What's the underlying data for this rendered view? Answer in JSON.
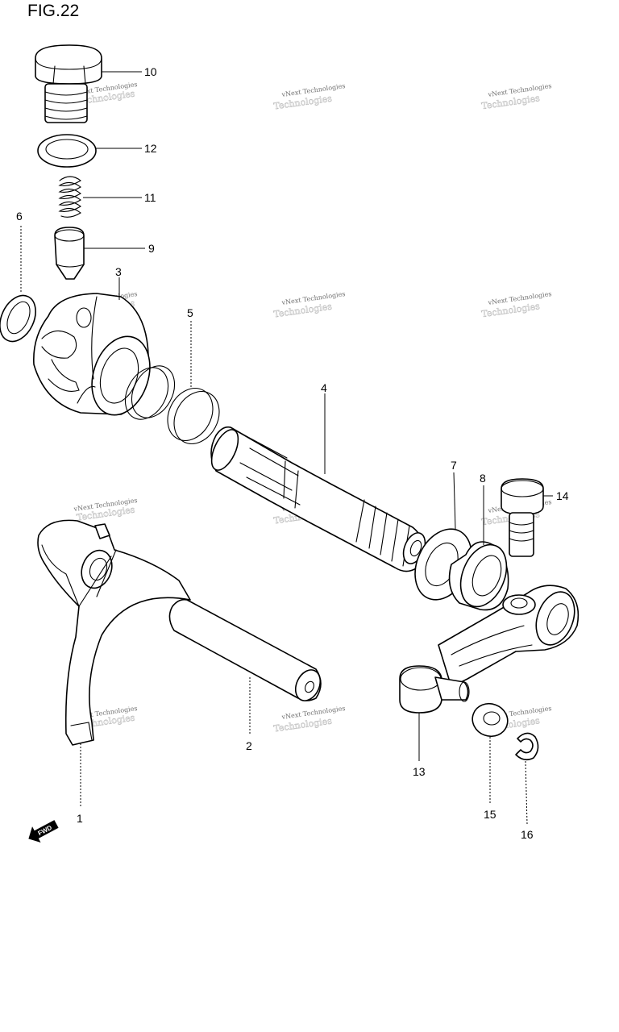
{
  "figure": {
    "title": "FIG.22"
  },
  "watermark": {
    "line1": "vNext Technologies",
    "line2": "Technologies"
  },
  "direction_badge": {
    "label": "FWD"
  },
  "callouts": [
    {
      "id": "c1",
      "label": "1"
    },
    {
      "id": "c2",
      "label": "2"
    },
    {
      "id": "c3",
      "label": "3"
    },
    {
      "id": "c4",
      "label": "4"
    },
    {
      "id": "c5",
      "label": "5"
    },
    {
      "id": "c6",
      "label": "6"
    },
    {
      "id": "c7",
      "label": "7"
    },
    {
      "id": "c8",
      "label": "8"
    },
    {
      "id": "c9",
      "label": "9"
    },
    {
      "id": "c10",
      "label": "10"
    },
    {
      "id": "c11",
      "label": "11"
    },
    {
      "id": "c12",
      "label": "12"
    },
    {
      "id": "c13",
      "label": "13"
    },
    {
      "id": "c14",
      "label": "14"
    },
    {
      "id": "c15",
      "label": "15"
    },
    {
      "id": "c16",
      "label": "16"
    }
  ]
}
